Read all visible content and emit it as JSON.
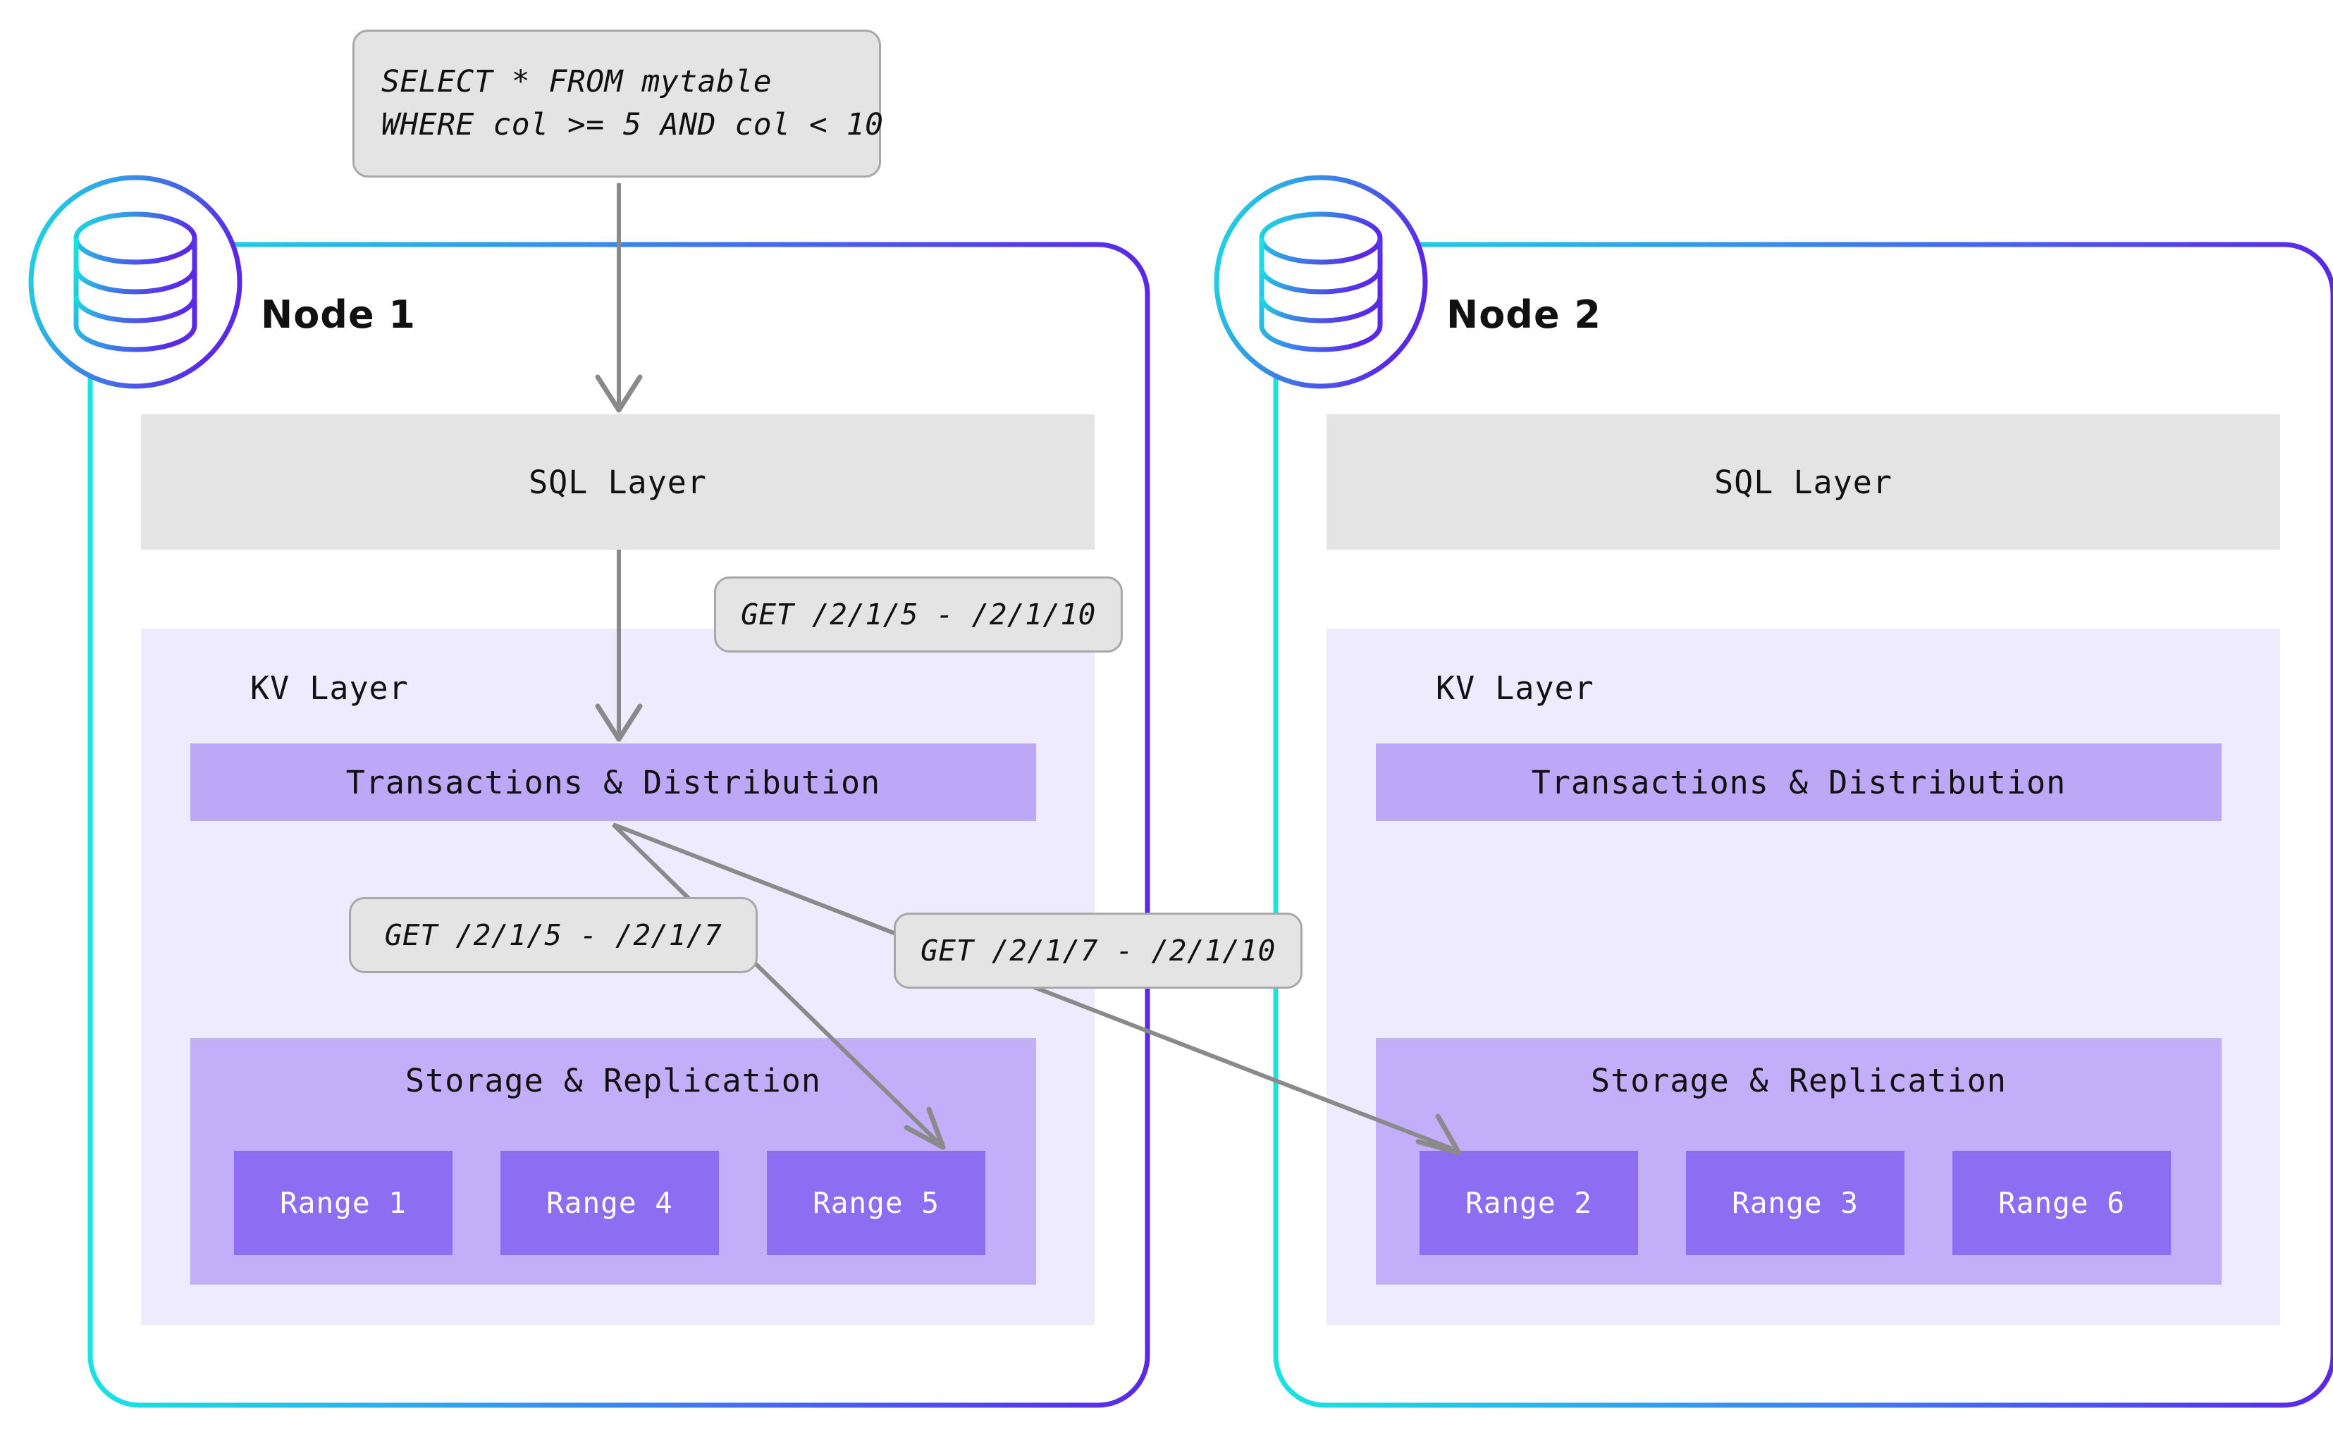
{
  "diagram": {
    "title": "CockroachDB distributed SQL query routing across two nodes",
    "query_callout": {
      "line1": "SELECT * FROM mytable",
      "line2": "WHERE col >= 5 AND col < 10"
    },
    "callouts": [
      {
        "id": "kv-request",
        "label": "GET /2/1/5 - /2/1/10"
      },
      {
        "id": "range-5-request",
        "label": "GET /2/1/5 - /2/1/7"
      },
      {
        "id": "range-2-request",
        "label": "GET /2/1/7 - /2/1/10"
      }
    ],
    "nodes": [
      {
        "id": "node-1",
        "title": "Node 1",
        "icon": "database-cylinder-icon",
        "sql_layer_label": "SQL Layer",
        "kv_layer_label": "KV Layer",
        "transactions_label": "Transactions & Distribution",
        "storage_label": "Storage & Replication",
        "ranges": [
          "Range 1",
          "Range 4",
          "Range 5"
        ]
      },
      {
        "id": "node-2",
        "title": "Node 2",
        "icon": "database-cylinder-icon",
        "sql_layer_label": "SQL Layer",
        "kv_layer_label": "KV Layer",
        "transactions_label": "Transactions & Distribution",
        "storage_label": "Storage & Replication",
        "ranges": [
          "Range 2",
          "Range 3",
          "Range 6"
        ]
      }
    ],
    "colors": {
      "gradient_start": "#19e3e3",
      "gradient_end": "#5b27e8",
      "callout_fill": "#e4e4e4",
      "callout_border": "#a8a8a8",
      "sql_layer_fill": "#e4e4e4",
      "kv_panel_fill": "#eeeaff",
      "transactions_fill": "#bca8f7",
      "storage_fill": "#c3aefa",
      "range_fill": "#8d6df2",
      "range_text": "#ffffff",
      "arrow_stroke": "#8a8a8a",
      "text": "#111111"
    }
  }
}
